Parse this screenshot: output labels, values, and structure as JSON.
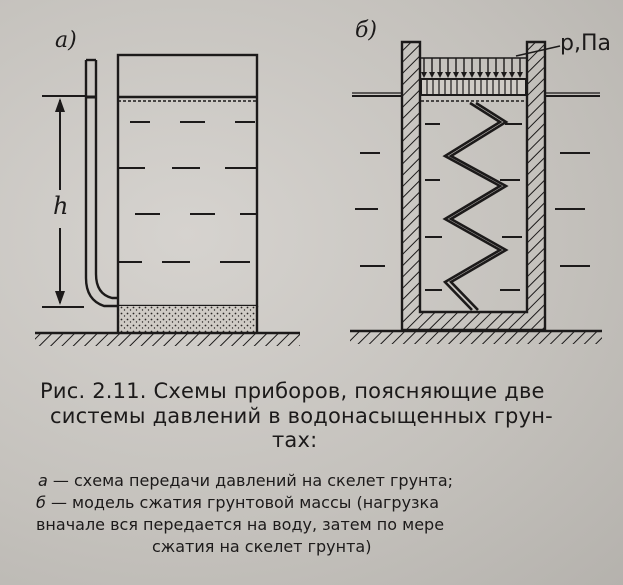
{
  "figure": {
    "panel_a_label": "а)",
    "panel_b_label": "б)",
    "height_label": "h",
    "pressure_label": "р,Па"
  },
  "caption": {
    "line1": "Рис. 2.11. Схемы приборов, поясняющие две",
    "line2": "системы давлений в водонасыщенных грун-",
    "line3": "тах:"
  },
  "legend": {
    "a_marker": "а",
    "a_text": " — схема передачи давлений на скелет грунта;",
    "b_marker": "б",
    "b_text": " — модель сжатия грунтовой массы (нагрузка",
    "b_text_line2": "вначале вся передается на воду, затем по мере",
    "b_text_line3": "сжатия на скелет грунта)"
  }
}
